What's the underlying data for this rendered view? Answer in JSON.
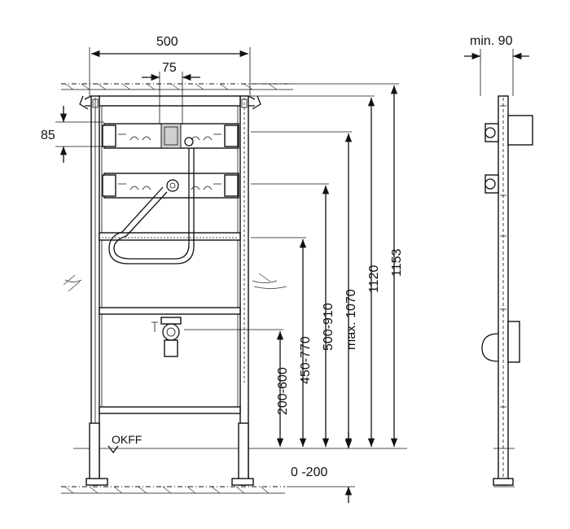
{
  "dimensions": {
    "width_top": "500",
    "inlet_spacing": "75",
    "bracket_spacing": "85",
    "side_depth": "min. 90",
    "height_1153": "1153",
    "height_1120": "1120",
    "height_max": "max. 1070",
    "height_500_910": "500-910",
    "height_450_770": "450-770",
    "height_200_600": "200-600",
    "height_floor": "0 -200"
  },
  "labels": {
    "floor_level": "OKFF"
  }
}
